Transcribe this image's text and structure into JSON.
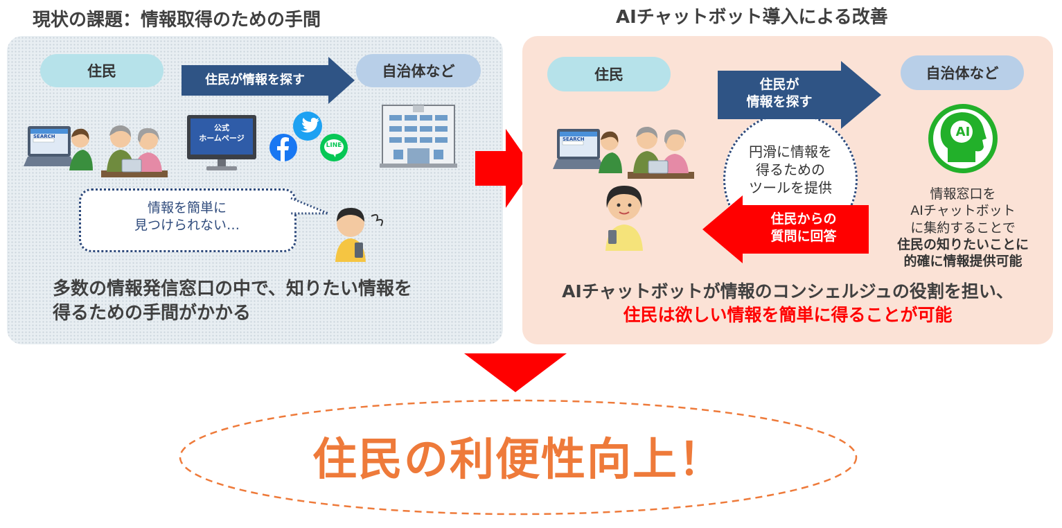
{
  "left": {
    "heading": "現状の課題：情報取得のための手間",
    "resident_label": "住民",
    "municipality_label": "自治体など",
    "search_arrow_label": "住民が情報を探す",
    "monitor_line1": "公式",
    "monitor_line2": "ホームページ",
    "search_screen_text": "SEARCH",
    "line_text": "LINE",
    "bubble_line1": "情報を簡単に",
    "bubble_line2": "見つけられない…",
    "conclusion_line1": "多数の情報発信窓口の中で、知りたい情報を",
    "conclusion_line2": "得るための手間がかかる"
  },
  "right": {
    "heading": "AIチャットボット導入による改善",
    "resident_label": "住民",
    "municipality_label": "自治体など",
    "search_arrow_line1": "住民が",
    "search_arrow_line2": "情報を探す",
    "circle_line1": "円滑に情報を",
    "circle_line2": "得るための",
    "circle_line3": "ツールを提供",
    "answer_arrow_line1": "住民からの",
    "answer_arrow_line2": "質問に回答",
    "ai_icon_text": "AI",
    "search_screen_text": "SEARCH",
    "note_line1": "情報窓口を",
    "note_line2": "AIチャットボット",
    "note_line3": "に集約することで",
    "note_line4": "住民の知りたいことに",
    "note_line5": "的確に情報提供可能",
    "conclusion_line1": "AIチャットボットが情報のコンシェルジュの役割を担い、",
    "conclusion_line2": "住民は欲しい情報を簡単に得ることが可能"
  },
  "result": {
    "text": "住民の利便性向上！"
  },
  "colors": {
    "dark_blue": "#2f5485",
    "red": "#ff0000",
    "orange": "#ee7a3a",
    "teal_pill": "#b6e2ea",
    "blue_pill": "#b8cfe8",
    "left_panel": "#e8eef2",
    "right_panel": "#fbe2d6"
  }
}
